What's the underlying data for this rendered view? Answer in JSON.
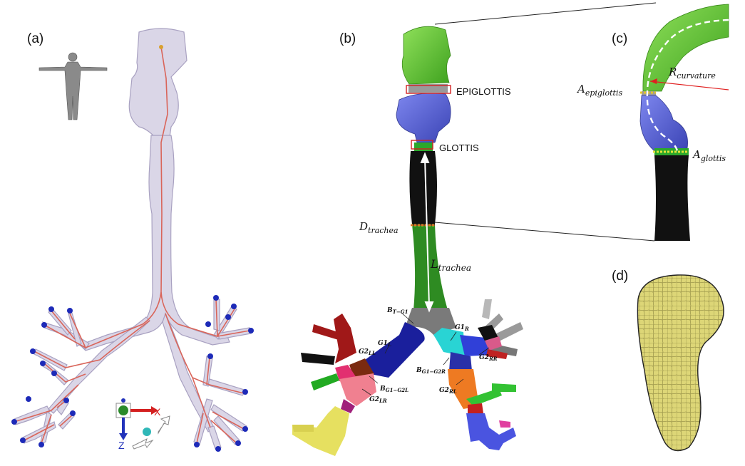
{
  "panels": {
    "a": "(a)",
    "b": "(b)",
    "c": "(c)",
    "d": "(d)"
  },
  "labels_b": {
    "epiglottis": "EPIGLOTTIS",
    "glottis": "GLOTTIS",
    "d_trachea": {
      "base": "D",
      "sub": "trachea"
    },
    "l_trachea": {
      "base": "L",
      "sub": "trachea"
    }
  },
  "branch_labels": {
    "bt_g1": {
      "base": "B",
      "sub": "T−G1"
    },
    "g1_r": {
      "base": "G1",
      "sub": "R"
    },
    "g1_l": {
      "base": "G1",
      "sub": "L"
    },
    "g2_ll": {
      "base": "G2",
      "sub": "LL"
    },
    "g2_rr": {
      "base": "G2",
      "sub": "RR"
    },
    "bg1_g2r": {
      "base": "B",
      "sub": "G1−G2R"
    },
    "bg1_g2l": {
      "base": "B",
      "sub": "G1−G2L"
    },
    "g2_lr": {
      "base": "G2",
      "sub": "LR"
    },
    "g2_rl": {
      "base": "G2",
      "sub": "RL"
    }
  },
  "labels_c": {
    "r_curvature": {
      "base": "R",
      "sub": "curvature"
    },
    "a_epiglottis": {
      "base": "A",
      "sub": "epiglottis"
    },
    "a_glottis": {
      "base": "A",
      "sub": "glottis"
    }
  },
  "axes": {
    "x": "X",
    "z": "Z"
  },
  "colors": {
    "airway_fill": "#d9d4e6",
    "centerline": "#d9655a",
    "endpoint": "#1d2ab8",
    "mouth_green": "#62c62f",
    "pharynx_blue": "#5560d8",
    "trachea_black": "#111111",
    "trachea_green": "#2e8b22",
    "mesh_yellow": "#ddd677"
  }
}
